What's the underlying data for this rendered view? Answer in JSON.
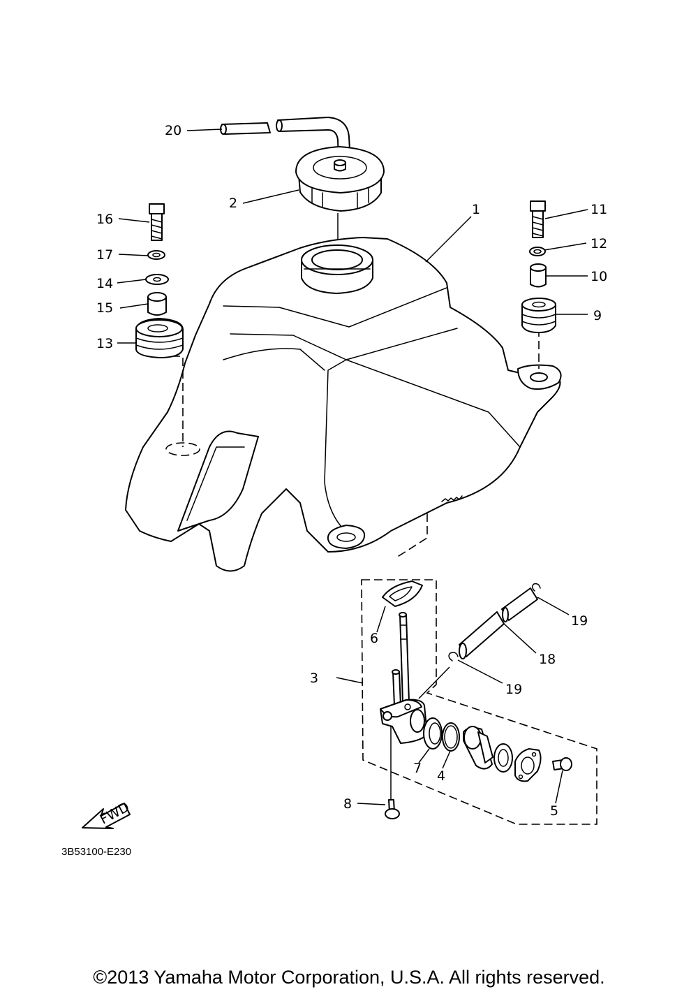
{
  "diagram": {
    "reference_code": "3B53100-E230",
    "fwd_label": "FWD",
    "copyright": "©2013 Yamaha Motor Corporation, U.S.A. All rights reserved."
  },
  "callouts": {
    "c1": "1",
    "c2": "2",
    "c3": "3",
    "c4": "4",
    "c5": "5",
    "c6": "6",
    "c7": "7",
    "c8": "8",
    "c9": "9",
    "c10": "10",
    "c11": "11",
    "c12": "12",
    "c13": "13",
    "c14": "14",
    "c15": "15",
    "c16": "16",
    "c17": "17",
    "c18": "18",
    "c19a": "19",
    "c19b": "19",
    "c20": "20"
  }
}
